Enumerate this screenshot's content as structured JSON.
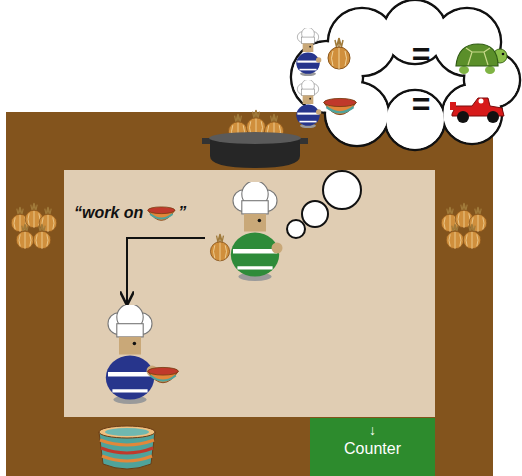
{
  "diagram": {
    "nodes": [
      {
        "text": [
          "=",
          "="
        ]
      },
      {
        "text": [
          "↓",
          "Counter"
        ]
      }
    ],
    "edges": [],
    "labels": [
      "“work on",
      "”"
    ]
  }
}
